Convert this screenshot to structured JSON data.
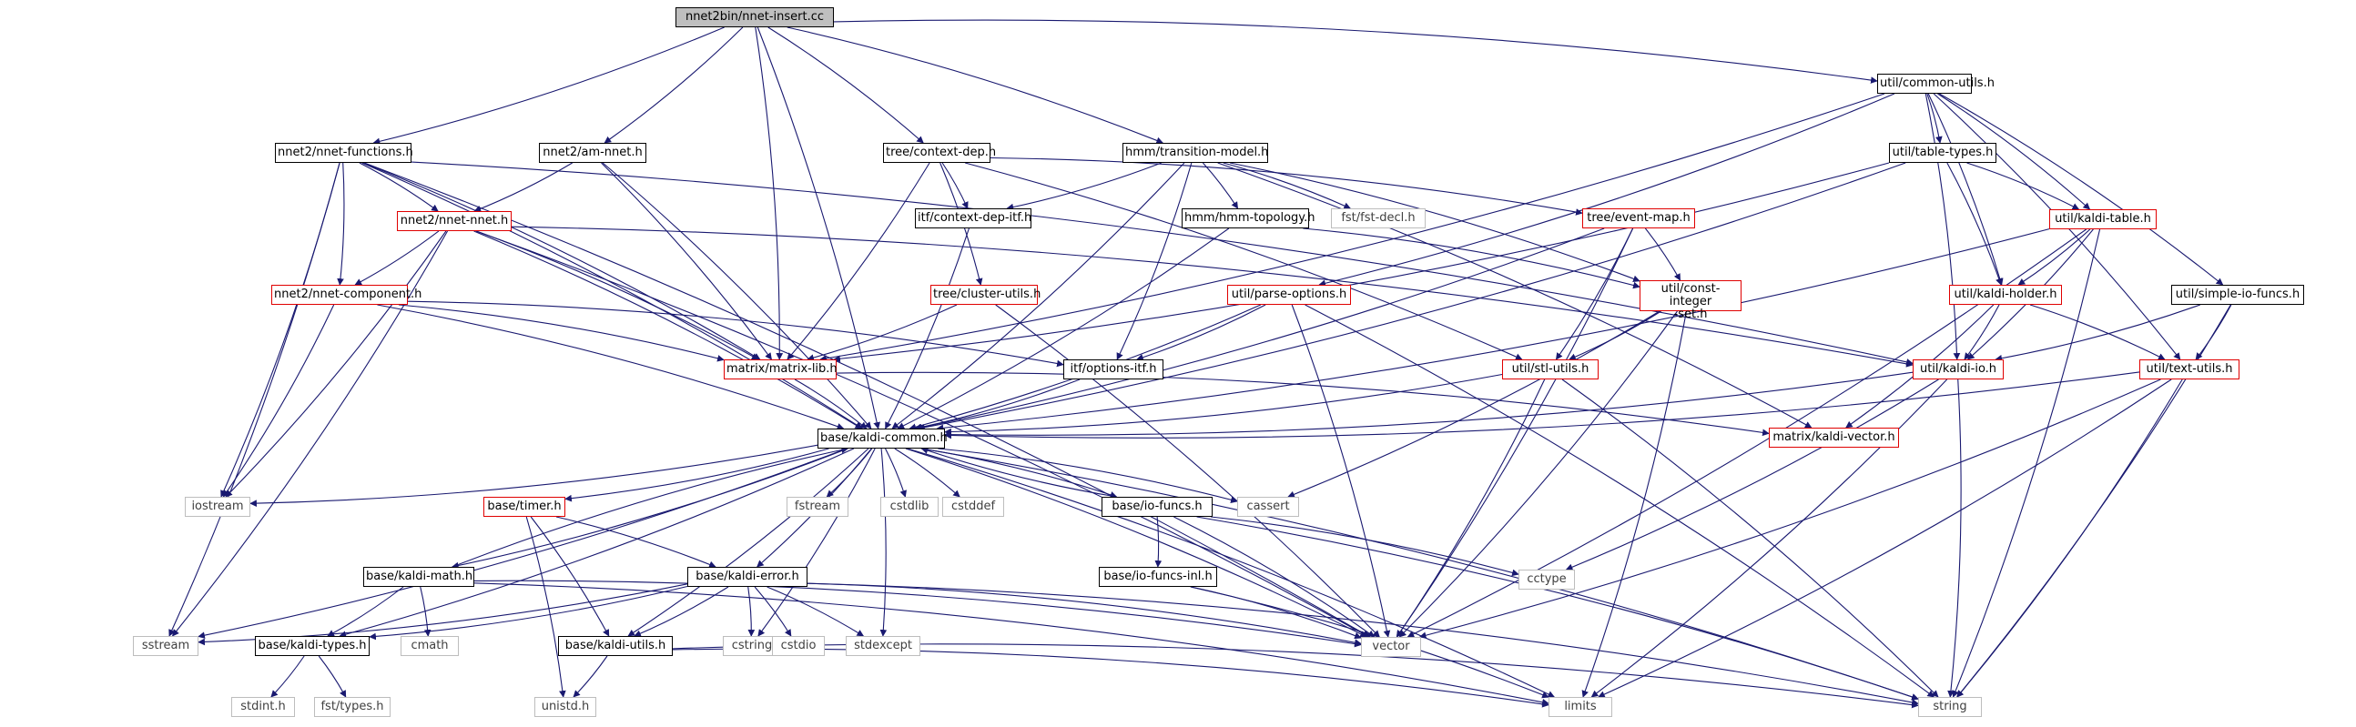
{
  "colors": {
    "edge": "#191970",
    "node_border": "#000000",
    "error_border": "#e00000",
    "system_border": "#bdbdbd",
    "root_fill": "#bfbfbf"
  },
  "nodes": [
    {
      "id": "root",
      "label": "nnet2bin/nnet-insert.cc",
      "kind": "root"
    },
    {
      "id": "common_utils",
      "label": "util/common-utils.h",
      "kind": "doc"
    },
    {
      "id": "nnet_functions",
      "label": "nnet2/nnet-functions.h",
      "kind": "doc"
    },
    {
      "id": "am_nnet",
      "label": "nnet2/am-nnet.h",
      "kind": "doc"
    },
    {
      "id": "context_dep",
      "label": "tree/context-dep.h",
      "kind": "doc"
    },
    {
      "id": "transition_model",
      "label": "hmm/transition-model.h",
      "kind": "doc"
    },
    {
      "id": "table_types",
      "label": "util/table-types.h",
      "kind": "doc"
    },
    {
      "id": "kaldi_table",
      "label": "util/kaldi-table.h",
      "kind": "error"
    },
    {
      "id": "nnet_nnet",
      "label": "nnet2/nnet-nnet.h",
      "kind": "error"
    },
    {
      "id": "context_dep_itf",
      "label": "itf/context-dep-itf.h",
      "kind": "doc"
    },
    {
      "id": "hmm_topology",
      "label": "hmm/hmm-topology.h",
      "kind": "doc"
    },
    {
      "id": "fst_decl",
      "label": "fst/fst-decl.h",
      "kind": "sys"
    },
    {
      "id": "event_map",
      "label": "tree/event-map.h",
      "kind": "error"
    },
    {
      "id": "nnet_component",
      "label": "nnet2/nnet-component.h",
      "kind": "error"
    },
    {
      "id": "cluster_utils",
      "label": "tree/cluster-utils.h",
      "kind": "error"
    },
    {
      "id": "parse_options",
      "label": "util/parse-options.h",
      "kind": "error"
    },
    {
      "id": "const_integer_set",
      "label": "util/const-integer\n-set.h",
      "kind": "error"
    },
    {
      "id": "kaldi_holder",
      "label": "util/kaldi-holder.h",
      "kind": "error"
    },
    {
      "id": "simple_io_funcs",
      "label": "util/simple-io-funcs.h",
      "kind": "doc"
    },
    {
      "id": "matrix_lib",
      "label": "matrix/matrix-lib.h",
      "kind": "error"
    },
    {
      "id": "options_itf",
      "label": "itf/options-itf.h",
      "kind": "doc"
    },
    {
      "id": "stl_utils",
      "label": "util/stl-utils.h",
      "kind": "error"
    },
    {
      "id": "kaldi_io",
      "label": "util/kaldi-io.h",
      "kind": "error"
    },
    {
      "id": "text_utils",
      "label": "util/text-utils.h",
      "kind": "error"
    },
    {
      "id": "kaldi_common",
      "label": "base/kaldi-common.h",
      "kind": "doc"
    },
    {
      "id": "kaldi_vector",
      "label": "matrix/kaldi-vector.h",
      "kind": "error"
    },
    {
      "id": "iostream",
      "label": "iostream",
      "kind": "sys"
    },
    {
      "id": "timer",
      "label": "base/timer.h",
      "kind": "error"
    },
    {
      "id": "fstream",
      "label": "fstream",
      "kind": "sys"
    },
    {
      "id": "cstdlib",
      "label": "cstdlib",
      "kind": "sys"
    },
    {
      "id": "cstddef",
      "label": "cstddef",
      "kind": "sys"
    },
    {
      "id": "cassert",
      "label": "cassert",
      "kind": "sys"
    },
    {
      "id": "io_funcs",
      "label": "base/io-funcs.h",
      "kind": "doc"
    },
    {
      "id": "cctype",
      "label": "cctype",
      "kind": "sys"
    },
    {
      "id": "kaldi_math",
      "label": "base/kaldi-math.h",
      "kind": "doc"
    },
    {
      "id": "kaldi_error",
      "label": "base/kaldi-error.h",
      "kind": "doc"
    },
    {
      "id": "io_funcs_inl",
      "label": "base/io-funcs-inl.h",
      "kind": "doc"
    },
    {
      "id": "sstream",
      "label": "sstream",
      "kind": "sys"
    },
    {
      "id": "kaldi_types",
      "label": "base/kaldi-types.h",
      "kind": "doc"
    },
    {
      "id": "cmath",
      "label": "cmath",
      "kind": "sys"
    },
    {
      "id": "kaldi_utils",
      "label": "base/kaldi-utils.h",
      "kind": "doc"
    },
    {
      "id": "cstring",
      "label": "cstring",
      "kind": "sys"
    },
    {
      "id": "cstdio",
      "label": "cstdio",
      "kind": "sys"
    },
    {
      "id": "stdexcept",
      "label": "stdexcept",
      "kind": "sys"
    },
    {
      "id": "vector",
      "label": "vector",
      "kind": "sys"
    },
    {
      "id": "stdint",
      "label": "stdint.h",
      "kind": "sys"
    },
    {
      "id": "fst_types",
      "label": "fst/types.h",
      "kind": "sys"
    },
    {
      "id": "unistd",
      "label": "unistd.h",
      "kind": "sys"
    },
    {
      "id": "limits",
      "label": "limits",
      "kind": "sys"
    },
    {
      "id": "string",
      "label": "string",
      "kind": "sys"
    }
  ],
  "edges": [
    [
      "root",
      "common_utils"
    ],
    [
      "root",
      "nnet_functions"
    ],
    [
      "root",
      "am_nnet"
    ],
    [
      "root",
      "context_dep"
    ],
    [
      "root",
      "transition_model"
    ],
    [
      "root",
      "kaldi_common"
    ],
    [
      "root",
      "matrix_lib"
    ],
    [
      "common_utils",
      "table_types"
    ],
    [
      "common_utils",
      "kaldi_table"
    ],
    [
      "common_utils",
      "kaldi_holder"
    ],
    [
      "common_utils",
      "kaldi_io"
    ],
    [
      "common_utils",
      "simple_io_funcs"
    ],
    [
      "common_utils",
      "parse_options"
    ],
    [
      "common_utils",
      "text_utils"
    ],
    [
      "common_utils",
      "matrix_lib"
    ],
    [
      "table_types",
      "kaldi_table"
    ],
    [
      "table_types",
      "kaldi_holder"
    ],
    [
      "table_types",
      "matrix_lib"
    ],
    [
      "table_types",
      "kaldi_common"
    ],
    [
      "kaldi_table",
      "kaldi_holder"
    ],
    [
      "kaldi_table",
      "kaldi_io"
    ],
    [
      "kaldi_table",
      "kaldi_common"
    ],
    [
      "kaldi_table",
      "string"
    ],
    [
      "kaldi_table",
      "vector"
    ],
    [
      "kaldi_holder",
      "kaldi_io"
    ],
    [
      "kaldi_holder",
      "text_utils"
    ],
    [
      "kaldi_holder",
      "kaldi_vector"
    ],
    [
      "simple_io_funcs",
      "kaldi_io"
    ],
    [
      "simple_io_funcs",
      "string"
    ],
    [
      "simple_io_funcs",
      "text_utils"
    ],
    [
      "kaldi_io",
      "kaldi_common"
    ],
    [
      "kaldi_io",
      "cctype"
    ],
    [
      "kaldi_io",
      "limits"
    ],
    [
      "kaldi_io",
      "string"
    ],
    [
      "text_utils",
      "kaldi_common"
    ],
    [
      "text_utils",
      "vector"
    ],
    [
      "text_utils",
      "limits"
    ],
    [
      "text_utils",
      "string"
    ],
    [
      "nnet_functions",
      "nnet_nnet"
    ],
    [
      "nnet_functions",
      "nnet_component"
    ],
    [
      "nnet_functions",
      "matrix_lib"
    ],
    [
      "nnet_functions",
      "kaldi_common"
    ],
    [
      "nnet_functions",
      "iostream"
    ],
    [
      "nnet_functions",
      "sstream"
    ],
    [
      "nnet_functions",
      "vector"
    ],
    [
      "nnet_functions",
      "kaldi_io"
    ],
    [
      "am_nnet",
      "nnet_nnet"
    ],
    [
      "am_nnet",
      "kaldi_common"
    ],
    [
      "am_nnet",
      "matrix_lib"
    ],
    [
      "nnet_nnet",
      "nnet_component"
    ],
    [
      "nnet_nnet",
      "matrix_lib"
    ],
    [
      "nnet_nnet",
      "kaldi_common"
    ],
    [
      "nnet_nnet",
      "iostream"
    ],
    [
      "nnet_nnet",
      "sstream"
    ],
    [
      "nnet_nnet",
      "vector"
    ],
    [
      "nnet_nnet",
      "kaldi_io"
    ],
    [
      "nnet_component",
      "matrix_lib"
    ],
    [
      "nnet_component",
      "kaldi_common"
    ],
    [
      "nnet_component",
      "iostream"
    ],
    [
      "nnet_component",
      "options_itf"
    ],
    [
      "context_dep",
      "context_dep_itf"
    ],
    [
      "context_dep",
      "cluster_utils"
    ],
    [
      "context_dep",
      "matrix_lib"
    ],
    [
      "context_dep",
      "event_map"
    ],
    [
      "context_dep",
      "stl_utils"
    ],
    [
      "context_dep_itf",
      "kaldi_common"
    ],
    [
      "cluster_utils",
      "matrix_lib"
    ],
    [
      "cluster_utils",
      "vector"
    ],
    [
      "transition_model",
      "hmm_topology"
    ],
    [
      "transition_model",
      "context_dep_itf"
    ],
    [
      "transition_model",
      "fst_decl"
    ],
    [
      "transition_model",
      "kaldi_common"
    ],
    [
      "transition_model",
      "options_itf"
    ],
    [
      "transition_model",
      "const_integer_set"
    ],
    [
      "transition_model",
      "kaldi_vector"
    ],
    [
      "hmm_topology",
      "kaldi_common"
    ],
    [
      "hmm_topology",
      "const_integer_set"
    ],
    [
      "event_map",
      "const_integer_set"
    ],
    [
      "event_map",
      "stl_utils"
    ],
    [
      "event_map",
      "kaldi_common"
    ],
    [
      "event_map",
      "vector"
    ],
    [
      "const_integer_set",
      "stl_utils"
    ],
    [
      "const_integer_set",
      "cassert"
    ],
    [
      "const_integer_set",
      "vector"
    ],
    [
      "const_integer_set",
      "limits"
    ],
    [
      "parse_options",
      "options_itf"
    ],
    [
      "parse_options",
      "kaldi_common"
    ],
    [
      "parse_options",
      "vector"
    ],
    [
      "parse_options",
      "string"
    ],
    [
      "stl_utils",
      "kaldi_common"
    ],
    [
      "stl_utils",
      "vector"
    ],
    [
      "stl_utils",
      "string"
    ],
    [
      "matrix_lib",
      "kaldi_common"
    ],
    [
      "matrix_lib",
      "kaldi_vector"
    ],
    [
      "options_itf",
      "kaldi_common"
    ],
    [
      "kaldi_common",
      "iostream"
    ],
    [
      "kaldi_common",
      "timer"
    ],
    [
      "kaldi_common",
      "fstream"
    ],
    [
      "kaldi_common",
      "cstdlib"
    ],
    [
      "kaldi_common",
      "cstddef"
    ],
    [
      "kaldi_common",
      "cassert"
    ],
    [
      "kaldi_common",
      "io_funcs"
    ],
    [
      "kaldi_common",
      "kaldi_math"
    ],
    [
      "kaldi_common",
      "kaldi_error"
    ],
    [
      "kaldi_common",
      "kaldi_types"
    ],
    [
      "kaldi_common",
      "kaldi_utils"
    ],
    [
      "kaldi_common",
      "sstream"
    ],
    [
      "kaldi_common",
      "cstring"
    ],
    [
      "kaldi_common",
      "stdexcept"
    ],
    [
      "kaldi_common",
      "vector"
    ],
    [
      "kaldi_common",
      "string"
    ],
    [
      "kaldi_common",
      "limits"
    ],
    [
      "io_funcs",
      "kaldi_common"
    ],
    [
      "io_funcs",
      "io_funcs_inl"
    ],
    [
      "io_funcs",
      "cctype"
    ],
    [
      "io_funcs",
      "vector"
    ],
    [
      "io_funcs",
      "string"
    ],
    [
      "io_funcs_inl",
      "vector"
    ],
    [
      "io_funcs_inl",
      "limits"
    ],
    [
      "kaldi_math",
      "kaldi_common"
    ],
    [
      "kaldi_math",
      "kaldi_types"
    ],
    [
      "kaldi_math",
      "cmath"
    ],
    [
      "kaldi_math",
      "limits"
    ],
    [
      "kaldi_math",
      "vector"
    ],
    [
      "timer",
      "kaldi_error"
    ],
    [
      "timer",
      "kaldi_utils"
    ],
    [
      "timer",
      "unistd"
    ],
    [
      "kaldi_error",
      "kaldi_types"
    ],
    [
      "kaldi_error",
      "kaldi_utils"
    ],
    [
      "kaldi_error",
      "sstream"
    ],
    [
      "kaldi_error",
      "cstring"
    ],
    [
      "kaldi_error",
      "cstdio"
    ],
    [
      "kaldi_error",
      "stdexcept"
    ],
    [
      "kaldi_error",
      "vector"
    ],
    [
      "kaldi_error",
      "string"
    ],
    [
      "kaldi_types",
      "stdint"
    ],
    [
      "kaldi_types",
      "fst_types"
    ],
    [
      "kaldi_utils",
      "unistd"
    ],
    [
      "kaldi_utils",
      "limits"
    ],
    [
      "kaldi_utils",
      "string"
    ]
  ]
}
